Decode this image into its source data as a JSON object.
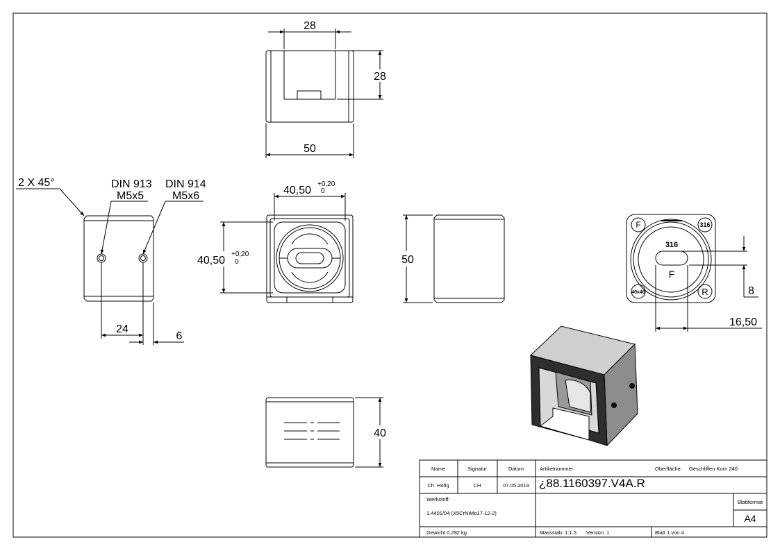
{
  "views": {
    "top": {
      "width_dim": "28",
      "height_dim": "28",
      "overall_width_dim": "50"
    },
    "side_left": {
      "chamfer_note": "2 X 45°",
      "hole1_callout_line1": "DIN 913",
      "hole1_callout_line2": "M5x5",
      "hole2_callout_line1": "DIN 914",
      "hole2_callout_line2": "M5x6",
      "dim_24": "24",
      "dim_6": "6"
    },
    "front": {
      "width_dim": "40,50",
      "width_tol_upper": "+0,20",
      "width_tol_lower": "0",
      "height_dim": "40,50",
      "height_tol_upper": "+0,20",
      "height_tol_lower": "0"
    },
    "side_right": {
      "height_dim": "50"
    },
    "marking": {
      "stamp_f_top": "F",
      "stamp_316_top": "316",
      "center_316": "316",
      "center_f": "F",
      "stamp_r": "R",
      "stamp_40x40": "40x40",
      "dim_8": "8",
      "dim_1650": "16,50"
    },
    "bottom": {
      "height_dim": "40"
    }
  },
  "title_block": {
    "col_name": "Name",
    "col_signatur": "Signatur",
    "col_datum": "Datum",
    "name_value": "Ch. Höfig",
    "signatur_value": "CH",
    "datum_value": "07.05.2019",
    "artikel_label": "Artikelnummer",
    "oberflaeche_label": "Oberfläche:",
    "oberflaeche_value": "Geschliffen Korn 240",
    "artikel_number": "¿88.1160397.V4A.R",
    "werkstoff_label": "Werkstoff:",
    "werkstoff_value": "1.4401/04 (X5CrNiMo17-12-2)",
    "blattformat_label": "Blattformat",
    "blattformat_value": "A4",
    "gewicht": "Gewicht 0.292 kg",
    "massstab": "Massstab: 1:1.5",
    "version": "Version: 1",
    "blatt": "Blatt 1 von 4"
  },
  "colors": {
    "line": "#000000",
    "shade_dark": "#2b2b2b",
    "shade_mid": "#8a8a8a",
    "shade_light": "#d4d4d4"
  }
}
